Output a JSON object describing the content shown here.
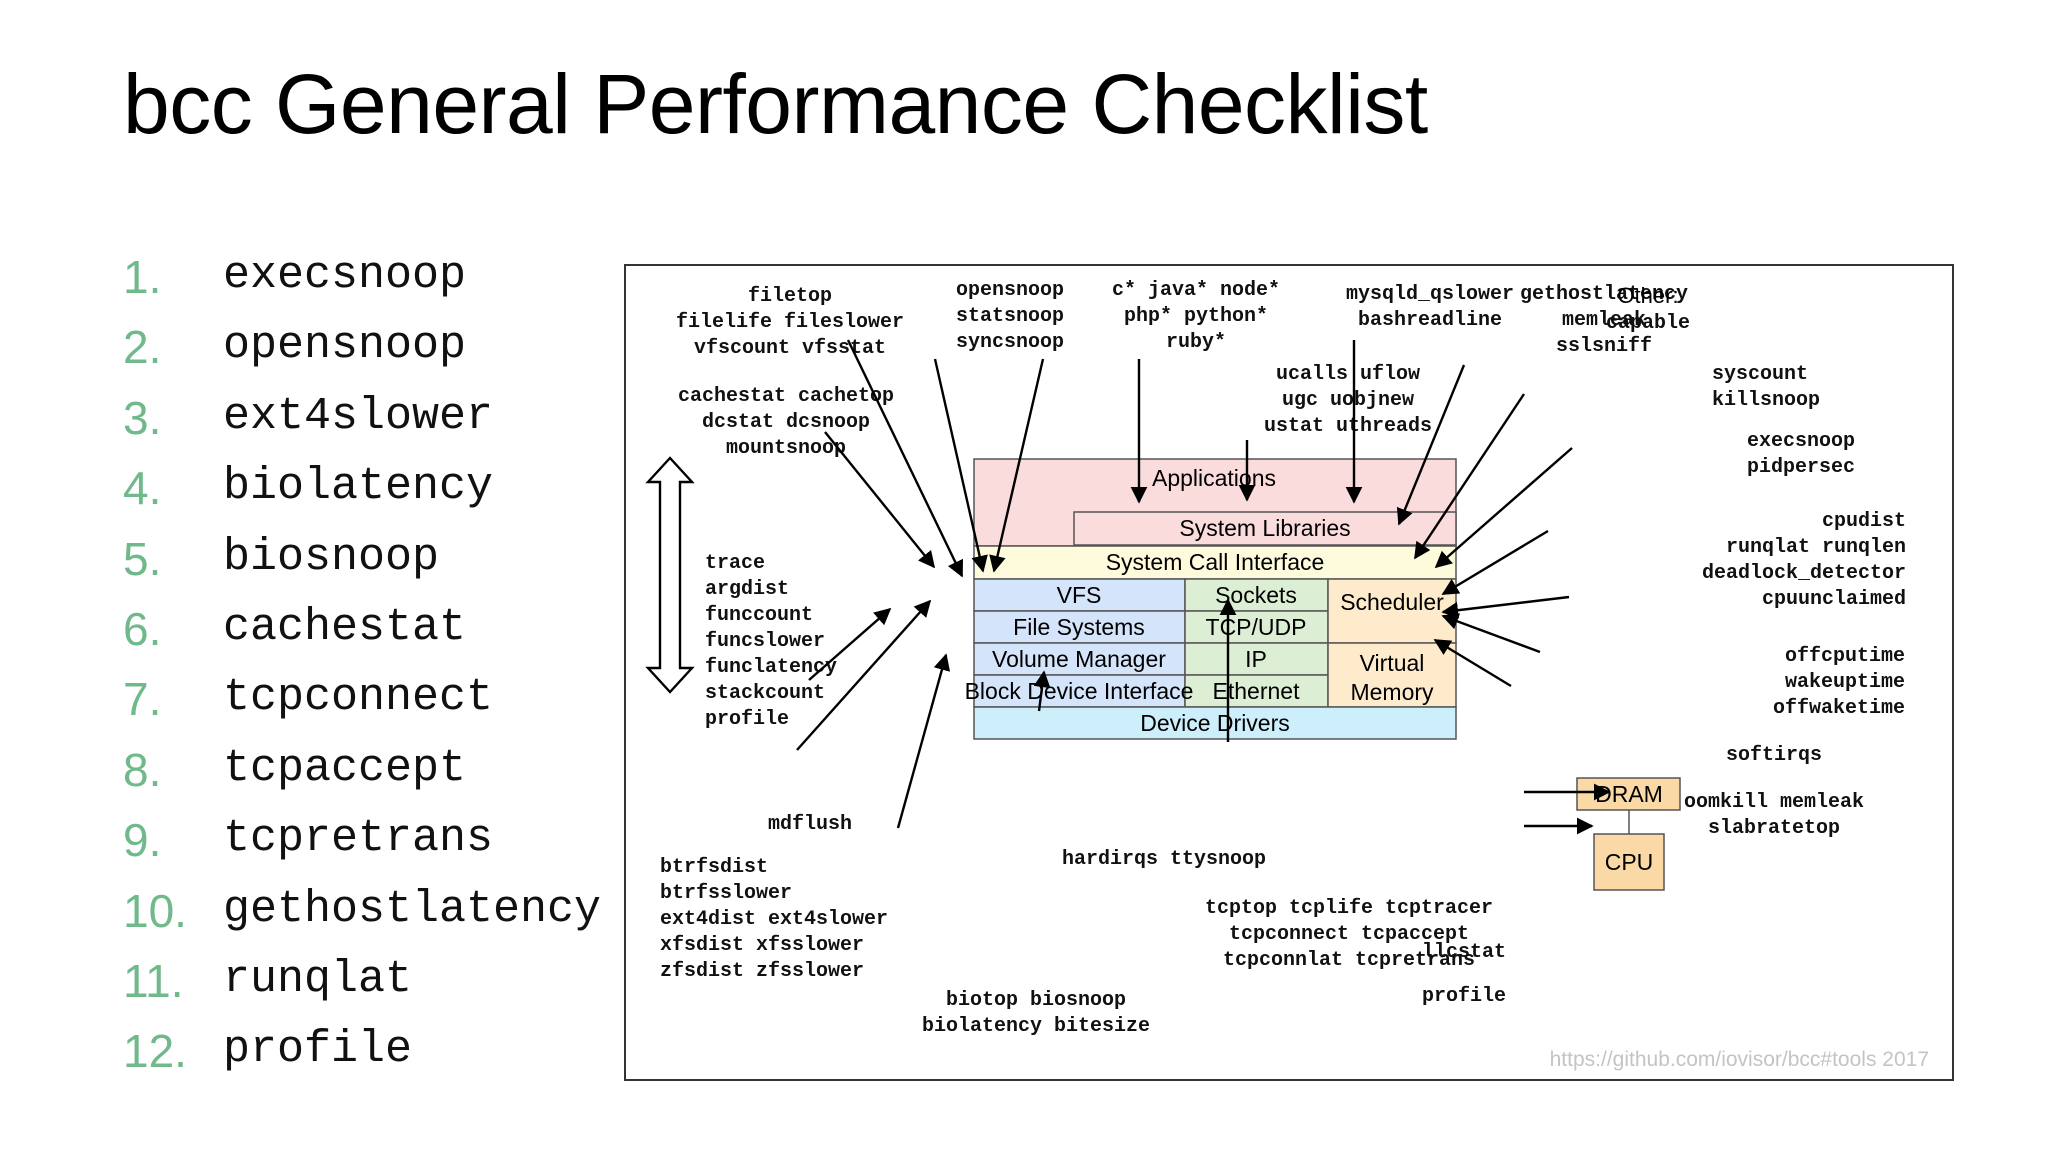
{
  "title": "bcc General Performance Checklist",
  "checklist": [
    {
      "num": "1.",
      "tool": "execsnoop",
      "suffix": ""
    },
    {
      "num": "2.",
      "tool": "opensnoop",
      "suffix": ""
    },
    {
      "num": "3.",
      "tool": "ext4slower",
      "suffix": "(…)"
    },
    {
      "num": "4.",
      "tool": "biolatency",
      "suffix": ""
    },
    {
      "num": "5.",
      "tool": "biosnoop",
      "suffix": ""
    },
    {
      "num": "6.",
      "tool": "cachestat",
      "suffix": ""
    },
    {
      "num": "7.",
      "tool": "tcpconnect",
      "suffix": ""
    },
    {
      "num": "8.",
      "tool": "tcpaccept",
      "suffix": ""
    },
    {
      "num": "9.",
      "tool": "tcpretrans",
      "suffix": ""
    },
    {
      "num": "10.",
      "tool": "gethostlatency",
      "suffix": ""
    },
    {
      "num": "11.",
      "tool": "runqlat",
      "suffix": ""
    },
    {
      "num": "12.",
      "tool": "profile",
      "suffix": ""
    }
  ],
  "diagram": {
    "layers": {
      "applications": "Applications",
      "system_libraries": "System Libraries",
      "system_call_interface": "System Call Interface",
      "vfs": "VFS",
      "file_systems": "File Systems",
      "volume_manager": "Volume Manager",
      "block_device_interface": "Block Device Interface",
      "sockets": "Sockets",
      "tcp_udp": "TCP/UDP",
      "ip": "IP",
      "ethernet": "Ethernet",
      "scheduler": "Scheduler",
      "virtual_memory": [
        "Virtual",
        "Memory"
      ],
      "device_drivers": "Device Drivers",
      "dram": "DRAM",
      "cpu": "CPU"
    },
    "tool_groups": {
      "filetop": [
        "filetop",
        "filelife fileslower",
        "vfscount vfsstat"
      ],
      "opensnoop": [
        "opensnoop",
        "statsnoop",
        "syncsnoop"
      ],
      "langs": [
        "c* java* node*",
        "php* python*",
        "ruby*"
      ],
      "mysqld": [
        "mysqld_qslower",
        "bashreadline"
      ],
      "gethostlatency": [
        "gethostlatency",
        "memleak",
        "sslsniff"
      ],
      "other": [
        "Other:",
        "capable"
      ],
      "ucalls": [
        "ucalls uflow",
        "ugc uobjnew",
        "ustat uthreads"
      ],
      "syscount": [
        "syscount",
        "killsnoop"
      ],
      "cachestat": [
        "cachestat cachetop",
        "dcstat dcsnoop",
        "mountsnoop"
      ],
      "execsnoop": [
        "execsnoop",
        "pidpersec"
      ],
      "cpudist": [
        "cpudist",
        "runqlat runqlen",
        "deadlock_detector",
        "cpuunclaimed"
      ],
      "trace": [
        "trace",
        "argdist",
        "funccount",
        "funcslower",
        "funclatency",
        "stackcount",
        "profile"
      ],
      "offcpu": [
        "offcputime",
        "wakeuptime",
        "offwaketime"
      ],
      "softirqs": [
        "softirqs"
      ],
      "oomkill": [
        "oomkill memleak",
        "slabratetop"
      ],
      "mdflush": [
        "mdflush"
      ],
      "btrfs": [
        "btrfsdist",
        "btrfsslower",
        "ext4dist ext4slower",
        "xfsdist xfsslower",
        "zfsdist zfsslower"
      ],
      "hardirqs": [
        "hardirqs ttysnoop"
      ],
      "tcptop": [
        "tcptop tcplife tcptracer",
        "tcpconnect tcpaccept",
        "tcpconnlat tcpretrans"
      ],
      "biotop": [
        "biotop biosnoop",
        "biolatency bitesize"
      ],
      "llcstat": [
        "llcstat"
      ],
      "profile_cpu": [
        "profile"
      ]
    },
    "source": "https://github.com/iovisor/bcc#tools 2017",
    "colors": {
      "applications": "#fbdcdc",
      "syscall": "#fdfbdc",
      "vfs_stack": "#d4e4fa",
      "network": "#dcefd5",
      "scheduler": "#fdebcc",
      "drivers": "#cdeffb",
      "dram_cpu": "#fbd9a7",
      "list_number": "#6fb98a"
    }
  }
}
